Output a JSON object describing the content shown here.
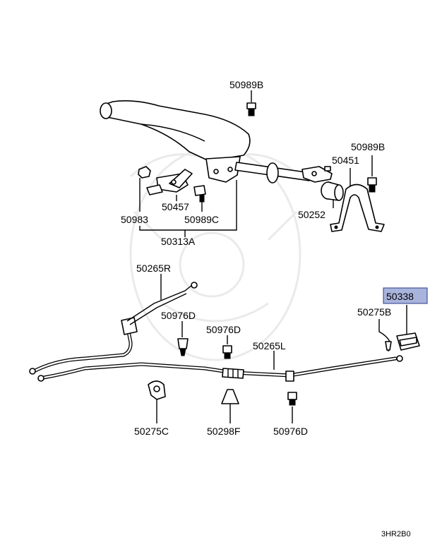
{
  "diagram": {
    "labels": {
      "p50989B_top": "50989B",
      "p50989B_right": "50989B",
      "p50451": "50451",
      "p50457": "50457",
      "p50983": "50983",
      "p50989C": "50989C",
      "p50252": "50252",
      "p50313A": "50313A",
      "p50265R": "50265R",
      "p50976D_a": "50976D",
      "p50976D_b": "50976D",
      "p50265L": "50265L",
      "p50338": "50338",
      "p50275B": "50275B",
      "p50275C": "50275C",
      "p50298F": "50298F",
      "p50976D_c": "50976D"
    },
    "highlighted_part": "50338",
    "highlight_color": "#a9b4dc",
    "footer_code": "3HR2B0"
  }
}
